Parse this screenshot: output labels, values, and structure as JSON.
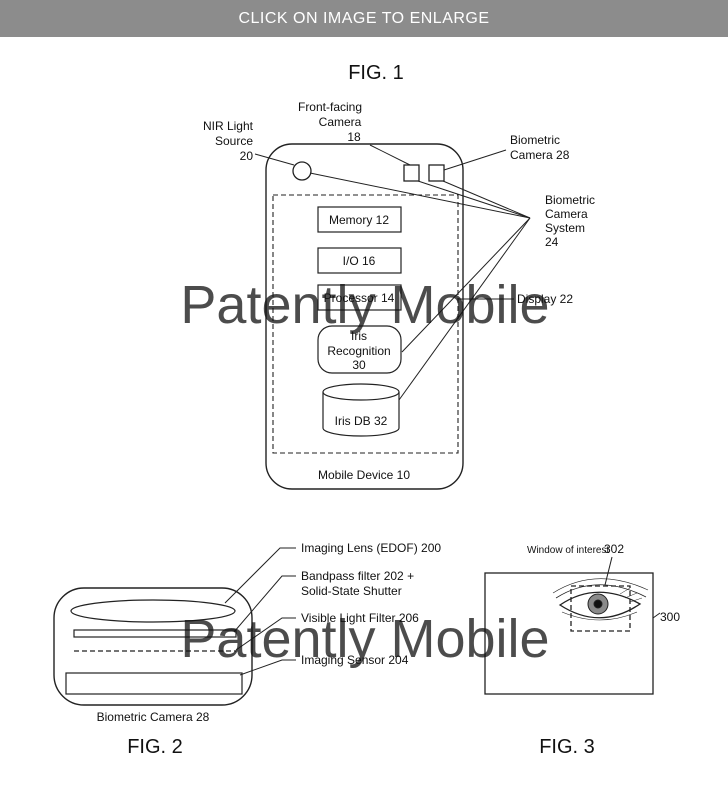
{
  "banner": {
    "label": "CLICK ON IMAGE TO ENLARGE"
  },
  "watermark": {
    "text": "Patently Mobile"
  },
  "fig1": {
    "title": "FIG. 1",
    "nir": [
      "NIR Light",
      "Source",
      "20"
    ],
    "front_cam": [
      "Front-facing",
      "Camera",
      "18"
    ],
    "bio_cam": [
      "Biometric",
      "Camera 28"
    ],
    "bio_sys": [
      "Biometric",
      "Camera",
      "System",
      "24"
    ],
    "display": "Display 22",
    "memory": "Memory 12",
    "io": "I/O 16",
    "processor": "Processor 14",
    "iris": [
      "Iris",
      "Recognition",
      "30"
    ],
    "irisdb": "Iris DB 32",
    "device": "Mobile Device 10"
  },
  "fig2": {
    "title": "FIG. 2",
    "lens": "Imaging Lens (EDOF)  200",
    "bandpass": [
      "Bandpass filter 202 +",
      "Solid-State Shutter"
    ],
    "visible": "Visible Light Filter 206",
    "sensor": "Imaging Sensor 204",
    "camera": "Biometric Camera 28"
  },
  "fig3": {
    "title": "FIG. 3",
    "window": "Window of interest",
    "window_num": "302",
    "ref": "300"
  }
}
